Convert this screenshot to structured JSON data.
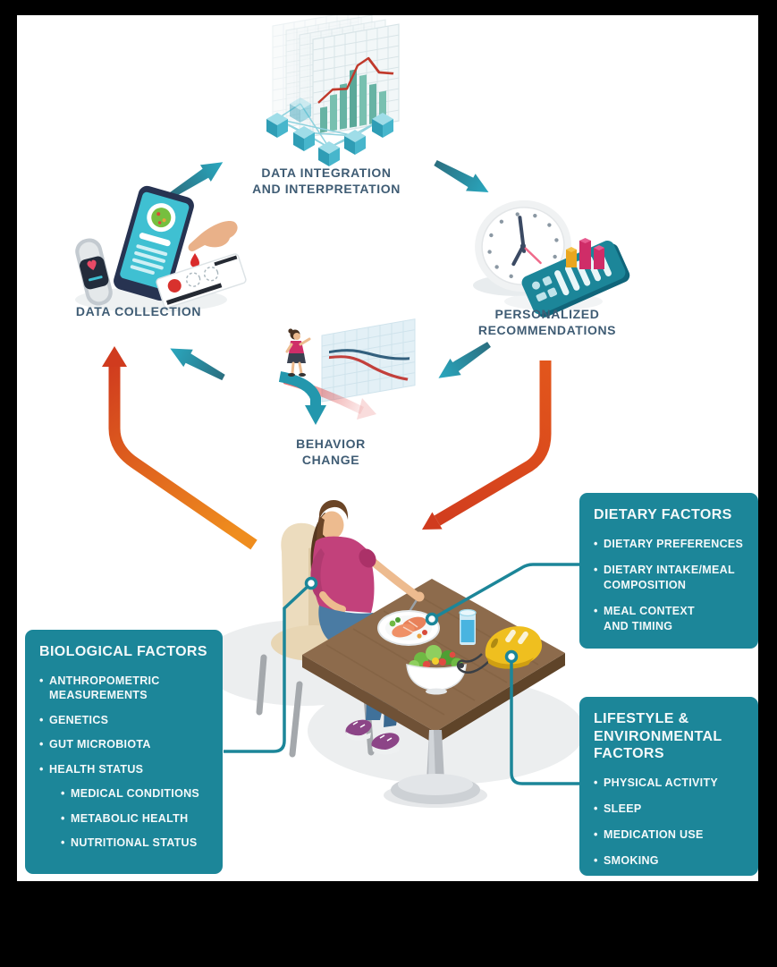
{
  "cycle": {
    "data_collection": {
      "label": "DATA COLLECTION"
    },
    "data_integration": {
      "label": "DATA INTEGRATION\nAND INTERPRETATION"
    },
    "personalized_recommendations": {
      "label": "PERSONALIZED\nRECOMMENDATIONS"
    },
    "behavior_change": {
      "label": "BEHAVIOR\nCHANGE"
    }
  },
  "glyphs": {
    "bullet": "•"
  },
  "boxes": {
    "dietary": {
      "title": "DIETARY FACTORS",
      "items": [
        "DIETARY PREFERENCES",
        "DIETARY INTAKE/MEAL\nCOMPOSITION",
        "MEAL CONTEXT\nAND TIMING"
      ]
    },
    "biological": {
      "title": "BIOLOGICAL FACTORS",
      "items": [
        "ANTHROPOMETRIC\nMEASUREMENTS",
        "GENETICS",
        "GUT MICROBIOTA",
        "HEALTH STATUS"
      ],
      "subitems": [
        "MEDICAL CONDITIONS",
        "METABOLIC HEALTH",
        "NUTRITIONAL STATUS"
      ]
    },
    "lifestyle": {
      "title": "LIFESTYLE &\nENVIRONMENTAL\nFACTORS",
      "items": [
        "PHYSICAL ACTIVITY",
        "SLEEP",
        "MEDICATION USE",
        "SMOKING"
      ]
    }
  },
  "illustrations": {
    "data_integration": "stacked-data-grids-with-chart-and-network-cubes",
    "personalized_recommendations": "clock-and-report-device-with-3d-bars",
    "data_collection": "smartphone-smartwatch-finger-blood-drop-test-strip",
    "behavior_change": "figure-on-descending-arrow-with-declining-chart",
    "center_scene": "woman-eating-healthy-meal-at-table-with-bike-helmet"
  },
  "colors": {
    "background": "#000000",
    "canvas": "#ffffff",
    "box_teal": "#1c8699",
    "label_navy": "#3f5c74",
    "arrow_teal": "#2aa8bf",
    "arrow_orange_start": "#ef8d1e",
    "arrow_orange_end": "#d03b1e"
  }
}
